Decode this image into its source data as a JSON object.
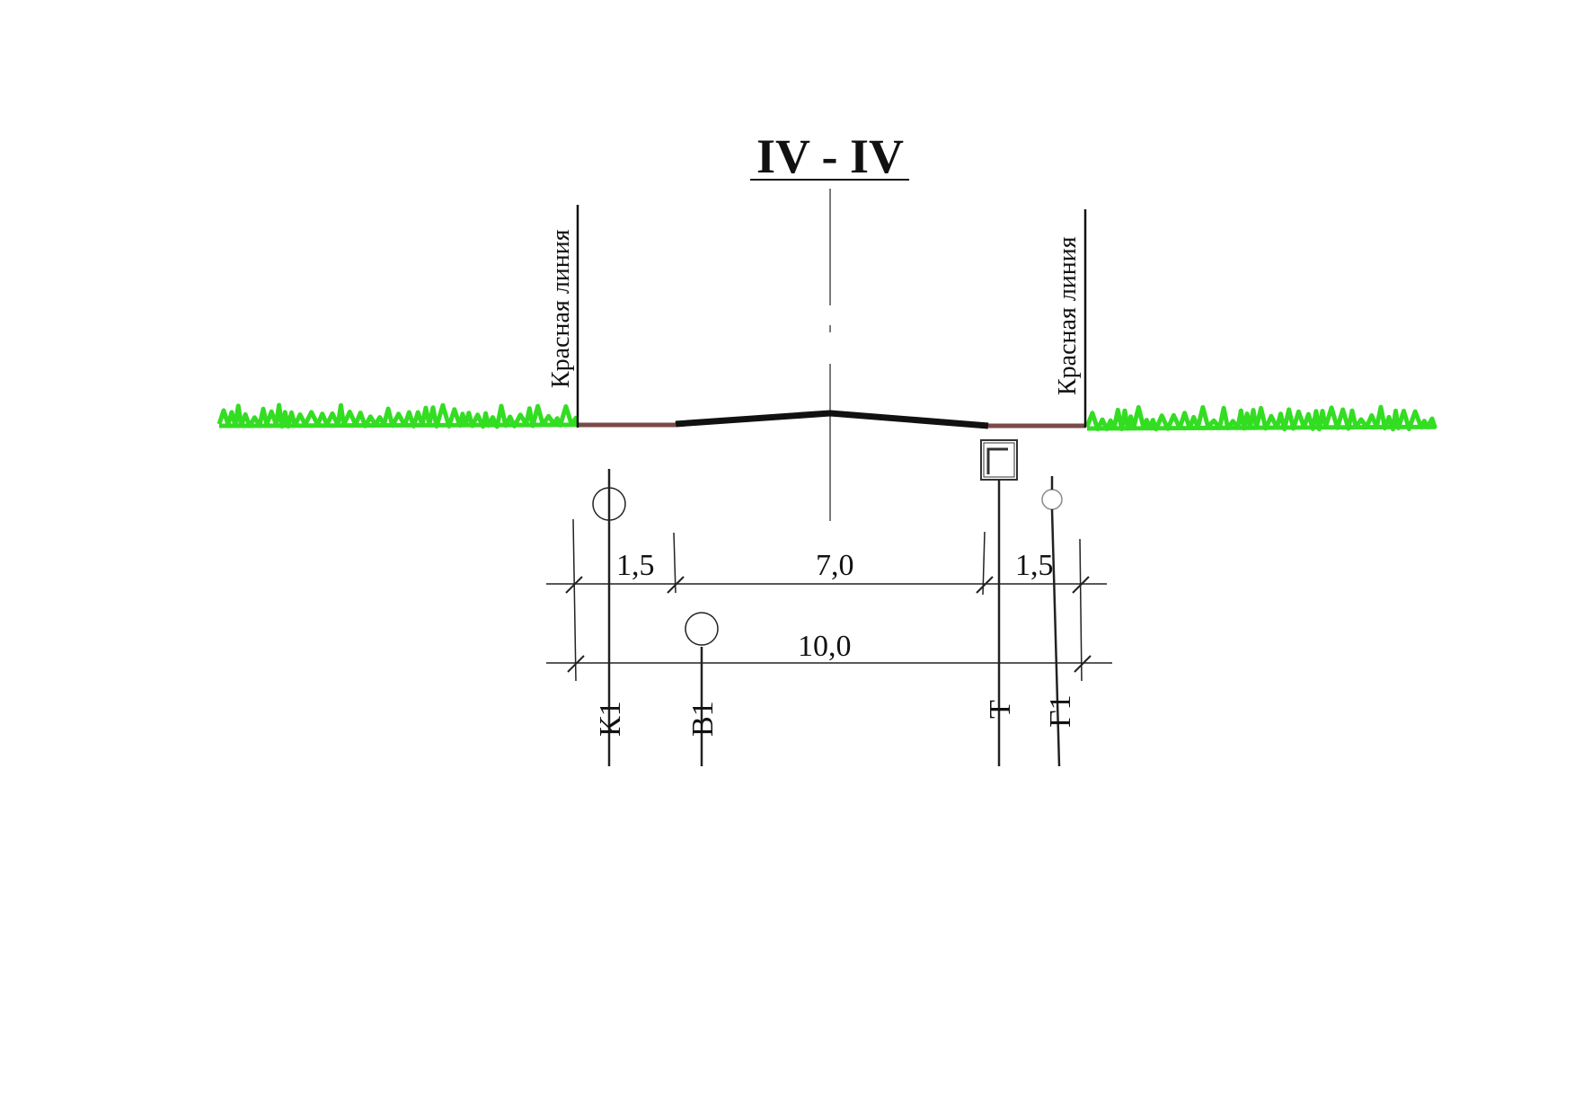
{
  "title": "IV - IV",
  "red_line_label": "Красная линия",
  "red_lines": [
    {
      "side": "left",
      "label": "Красная линия"
    },
    {
      "side": "right",
      "label": "Красная линия"
    }
  ],
  "dimensions": {
    "sidewalk_left": "1,5",
    "carriageway": "7,0",
    "sidewalk_right": "1,5",
    "total": "10,0"
  },
  "utilities": [
    {
      "code": "К1",
      "symbol": "circle"
    },
    {
      "code": "В1",
      "symbol": "circle"
    },
    {
      "code": "Т",
      "symbol": "square"
    },
    {
      "code": "Г1",
      "symbol": "circle-small"
    }
  ],
  "colors": {
    "grass": "#33dd22",
    "sidewalk": "#7a4a48",
    "road": "#111111",
    "lines": "#222222"
  }
}
